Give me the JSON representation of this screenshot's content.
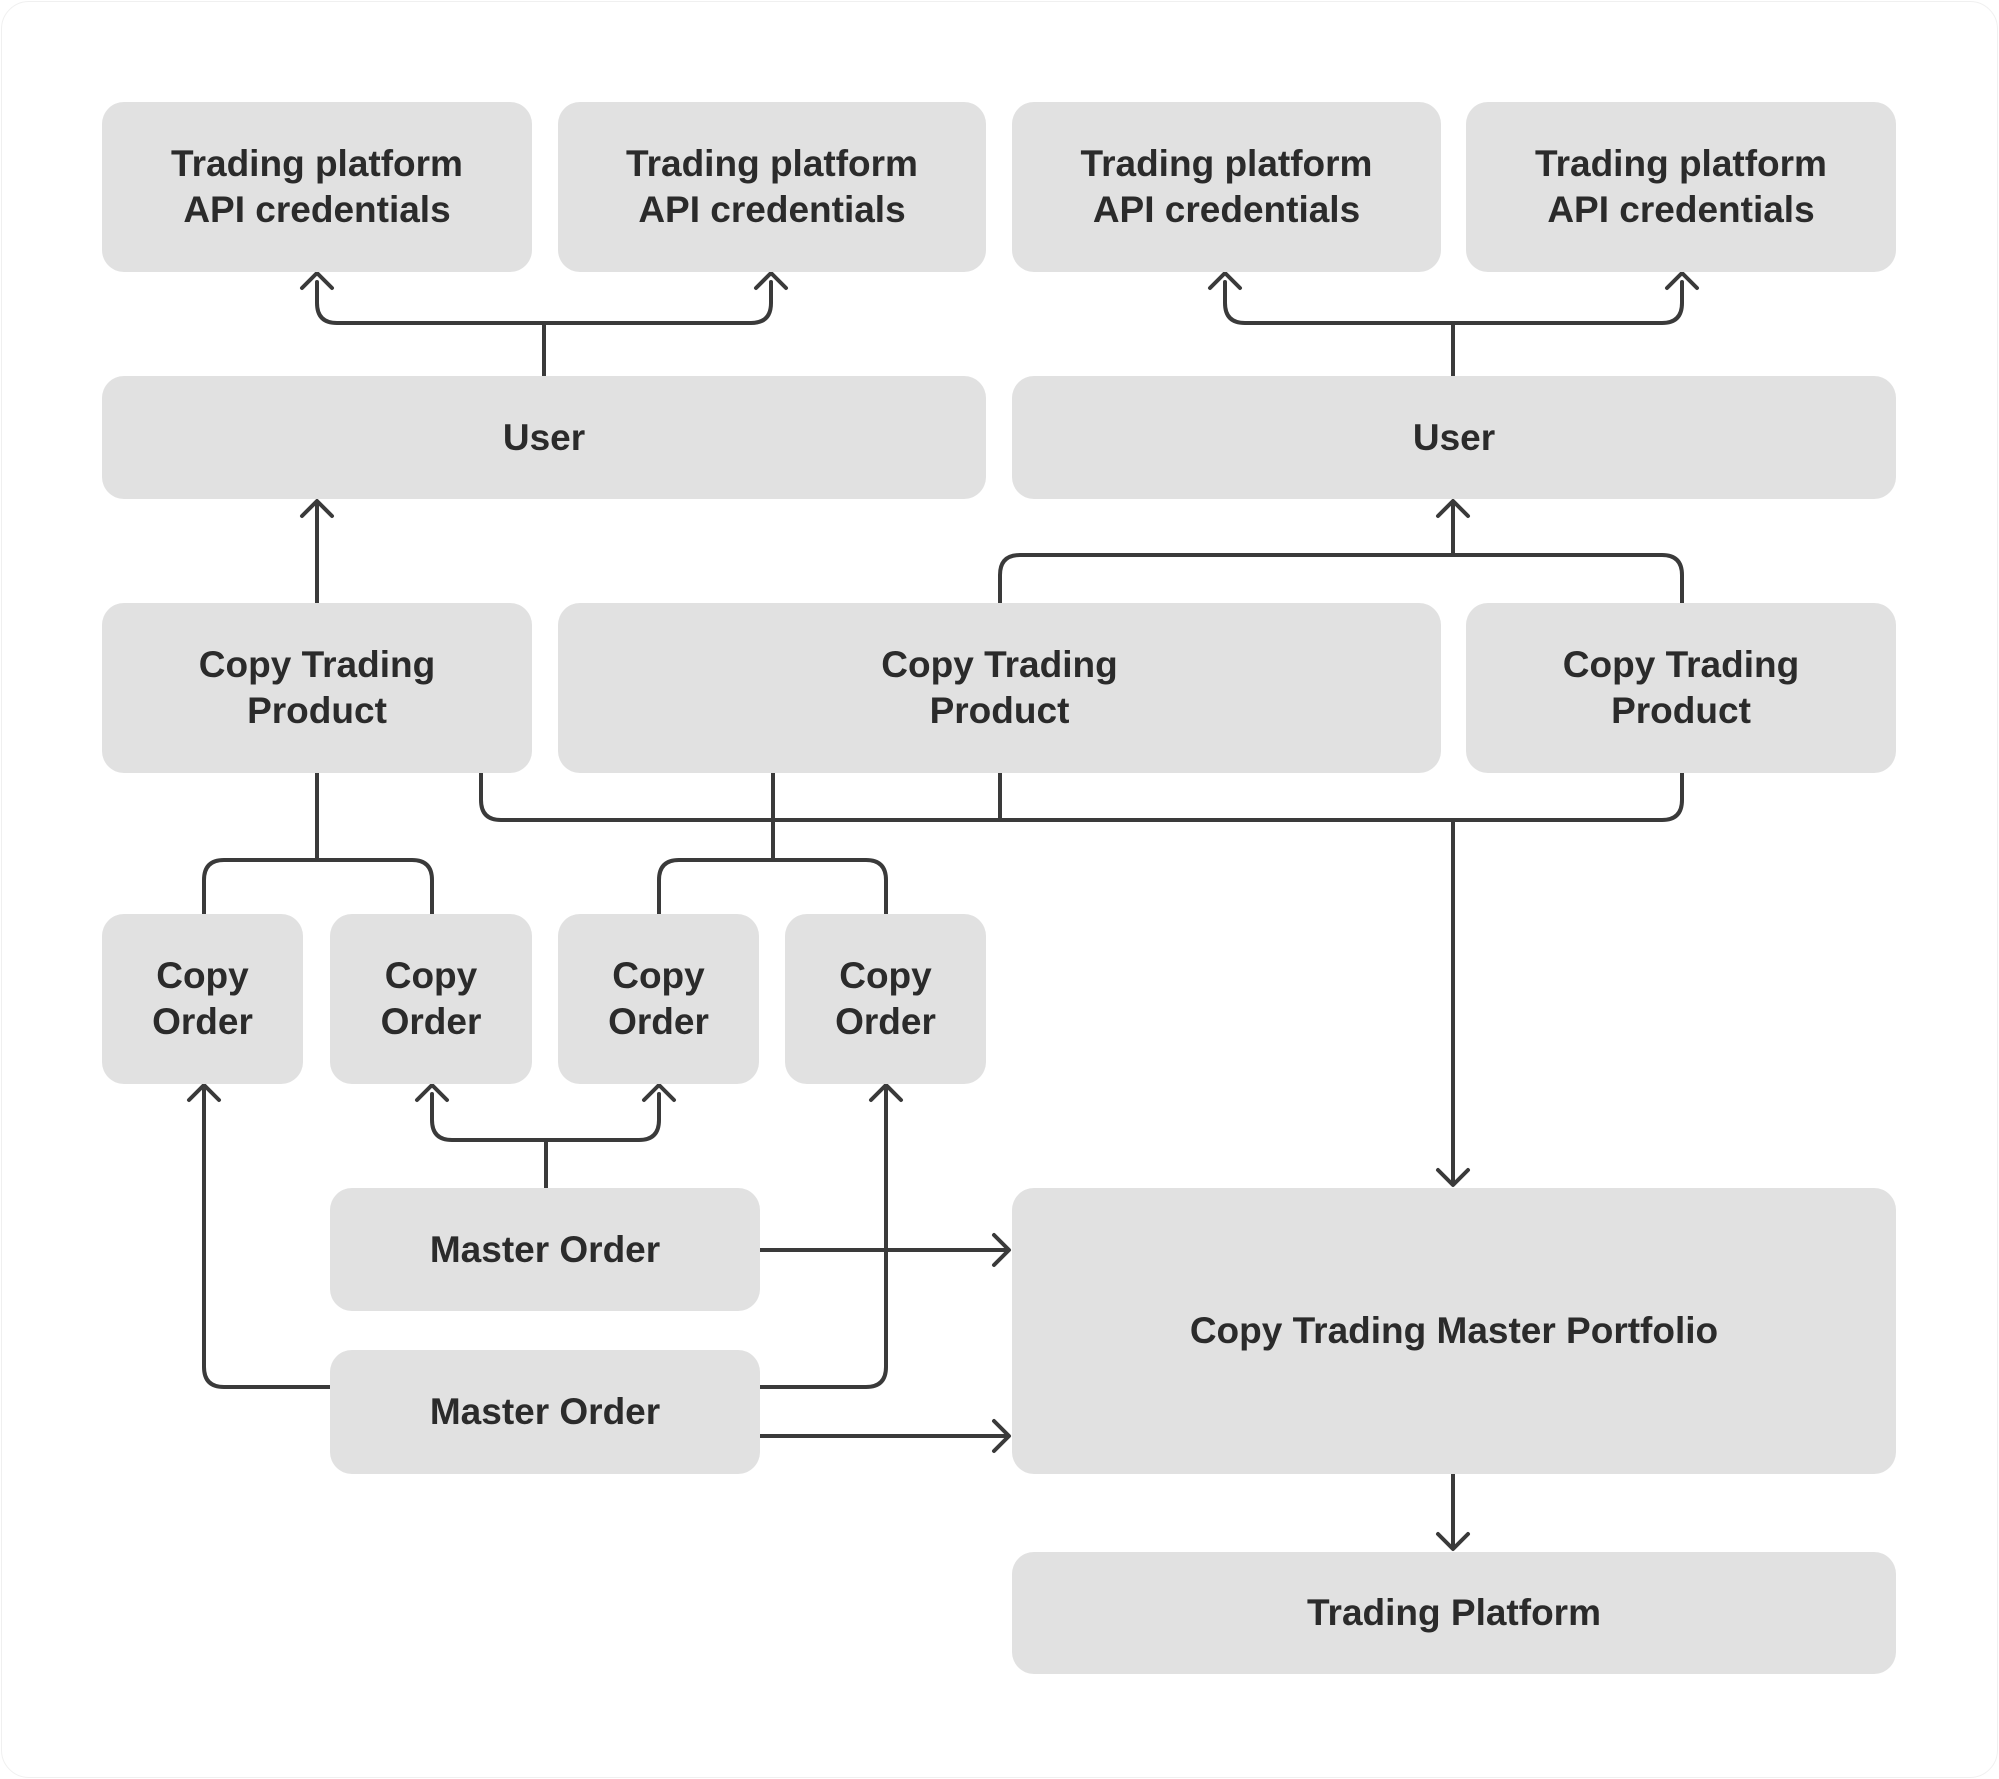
{
  "diagram": {
    "colors": {
      "node_fill": "#e1e1e1",
      "text": "#2b2b2b",
      "connector": "#3a3a3a",
      "background": "#ffffff"
    },
    "nodes": {
      "api_cred_1": "Trading platform\nAPI credentials",
      "api_cred_2": "Trading platform\nAPI credentials",
      "api_cred_3": "Trading platform\nAPI credentials",
      "api_cred_4": "Trading platform\nAPI credentials",
      "user_1": "User",
      "user_2": "User",
      "product_1": "Copy Trading\nProduct",
      "product_2": "Copy Trading\nProduct",
      "product_3": "Copy Trading\nProduct",
      "copy_order_1": "Copy\nOrder",
      "copy_order_2": "Copy\nOrder",
      "copy_order_3": "Copy\nOrder",
      "copy_order_4": "Copy\nOrder",
      "master_order_1": "Master Order",
      "master_order_2": "Master Order",
      "master_portfolio": "Copy Trading Master Portfolio",
      "trading_platform": "Trading Platform"
    },
    "edges": [
      {
        "from": "user_1",
        "to": "api_cred_1"
      },
      {
        "from": "user_1",
        "to": "api_cred_2"
      },
      {
        "from": "user_2",
        "to": "api_cred_3"
      },
      {
        "from": "user_2",
        "to": "api_cred_4"
      },
      {
        "from": "product_1",
        "to": "user_1"
      },
      {
        "from": "product_2",
        "to": "user_2"
      },
      {
        "from": "product_3",
        "to": "user_2"
      },
      {
        "from": "product_1",
        "to": "master_portfolio"
      },
      {
        "from": "product_2",
        "to": "master_portfolio"
      },
      {
        "from": "product_3",
        "to": "master_portfolio"
      },
      {
        "from": "product_1",
        "to": "copy_order_1",
        "arrow": false
      },
      {
        "from": "product_1",
        "to": "copy_order_2",
        "arrow": false
      },
      {
        "from": "product_2",
        "to": "copy_order_3",
        "arrow": false
      },
      {
        "from": "product_2",
        "to": "copy_order_4",
        "arrow": false
      },
      {
        "from": "master_order_1",
        "to": "copy_order_2"
      },
      {
        "from": "master_order_1",
        "to": "copy_order_3"
      },
      {
        "from": "master_order_2",
        "to": "copy_order_1"
      },
      {
        "from": "master_order_2",
        "to": "copy_order_4"
      },
      {
        "from": "master_order_1",
        "to": "master_portfolio"
      },
      {
        "from": "master_order_2",
        "to": "master_portfolio"
      },
      {
        "from": "master_portfolio",
        "to": "trading_platform"
      }
    ]
  }
}
